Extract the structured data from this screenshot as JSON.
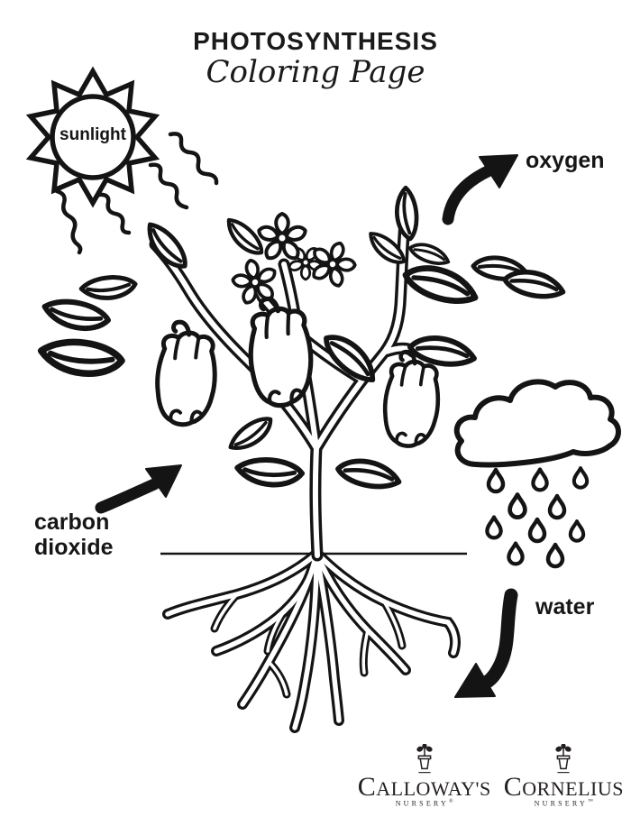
{
  "header": {
    "title": "PHOTOSYNTHESIS",
    "subtitle": "Coloring Page"
  },
  "diagram_labels": {
    "sunlight": "sunlight",
    "oxygen": "oxygen",
    "carbon_line1": "carbon",
    "carbon_line2": "dioxide",
    "water": "water"
  },
  "icons": {
    "sun": "sun-icon",
    "sun_rays": "sun-squiggle-rays-icon",
    "plant": "pepper-plant-illustration",
    "roots": "plant-roots-illustration",
    "ground": "ground-line",
    "cloud": "rain-cloud-icon",
    "raindrops": "raindrop-icon",
    "oxygen_arrow": "oxygen-arrow-icon",
    "carbon_dioxide_arrow": "carbon-dioxide-arrow-icon",
    "water_arrow": "water-arrow-icon",
    "potted_plant": "potted-plant-icon"
  },
  "colors": {
    "ink": "#141414",
    "logo_ink": "#231f20",
    "background": "#ffffff"
  },
  "footer": {
    "logos": [
      {
        "name": "CALLOWAY'S",
        "subtext": "NURSERY",
        "mark": "®"
      },
      {
        "name": "CORNELIUS",
        "subtext": "NURSERY",
        "mark": "™"
      }
    ]
  }
}
